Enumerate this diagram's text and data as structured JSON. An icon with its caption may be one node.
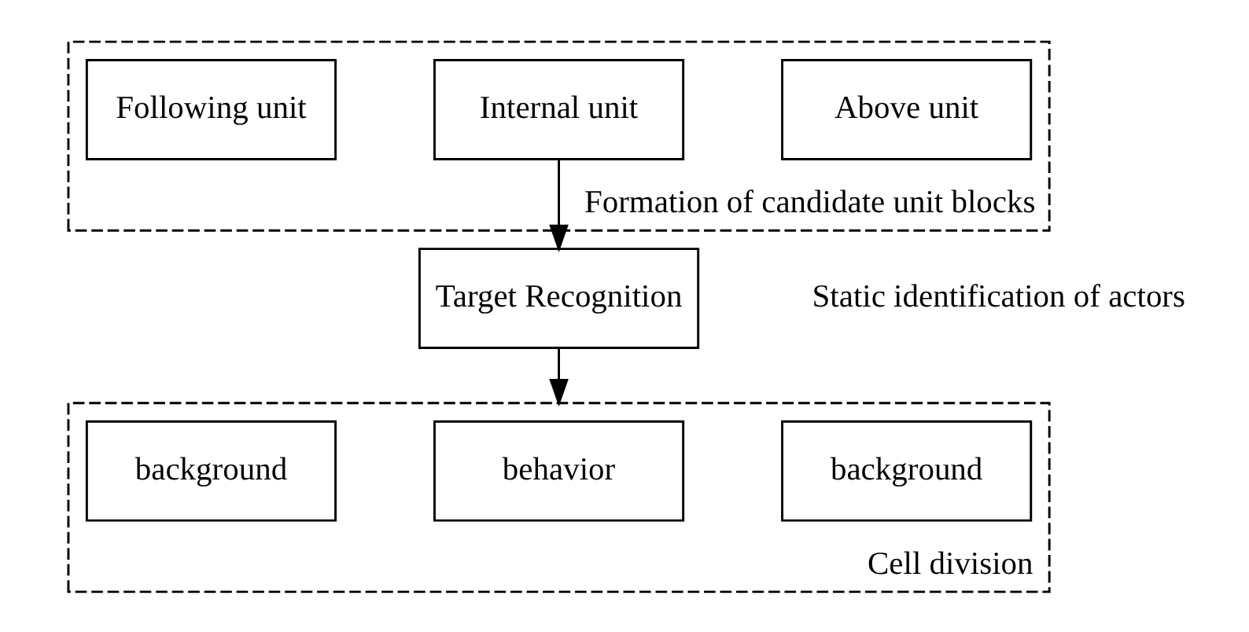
{
  "diagram": {
    "nodes": [
      {
        "text": [
          "Formation of candidate unit blocks"
        ]
      },
      {
        "text": [
          "Above unit"
        ],
        "in": 0
      },
      {
        "text": [
          "Internal unit"
        ],
        "in": 0
      },
      {
        "text": [
          "Following unit"
        ],
        "in": 0
      },
      {
        "text": [
          "Target Recognition"
        ],
        "beside": [
          "Static identification of actors"
        ]
      },
      {
        "text": [
          "Cell division"
        ]
      },
      {
        "text": [
          "background"
        ],
        "in": 5
      },
      {
        "text": [
          "behavior"
        ],
        "in": 5
      },
      {
        "text": [
          "background"
        ],
        "in": 5
      }
    ],
    "edges": [
      {
        "from": 2,
        "to": 4,
        "arrow": "to"
      },
      {
        "from": 4,
        "to": 5,
        "arrow": "to"
      }
    ]
  }
}
